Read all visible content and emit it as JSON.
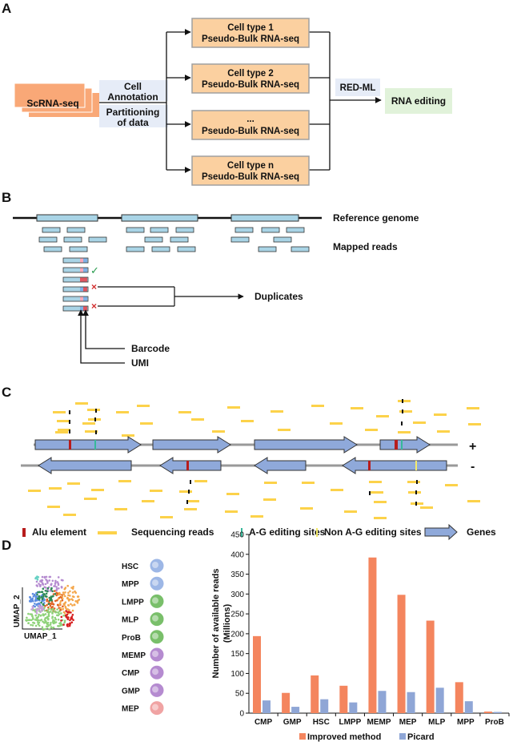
{
  "panels": {
    "a": "A",
    "b": "B",
    "c": "C",
    "d": "D"
  },
  "panel_a": {
    "input": "ScRNA-seq",
    "annotation_1": "Cell",
    "annotation_2": "Annotation",
    "partition_1": "Partitioning",
    "partition_2": "of data",
    "bulk_boxes": [
      {
        "line1": "Cell type 1",
        "line2": "Pseudo-Bulk RNA-seq"
      },
      {
        "line1": "Cell type 2",
        "line2": "Pseudo-Bulk RNA-seq"
      },
      {
        "line1": "...",
        "line2": "Pseudo-Bulk RNA-seq"
      },
      {
        "line1": "Cell type n",
        "line2": "Pseudo-Bulk RNA-seq"
      }
    ],
    "model": "RED-ML",
    "output": "RNA editing"
  },
  "panel_b": {
    "reference": "Reference genome",
    "mapped": "Mapped reads",
    "duplicates": "Duplicates",
    "barcode": "Barcode",
    "umi": "UMI",
    "check": "✓",
    "cross": "×"
  },
  "panel_c": {
    "plus": "+",
    "minus": "-",
    "legend": [
      "Alu element",
      "Sequencing reads",
      "A-G editing sites",
      "Non A-G editing sites",
      "Genes"
    ]
  },
  "panel_d": {
    "umap_x": "UMAP_1",
    "umap_y": "UMAP_2",
    "cell_types": [
      {
        "name": "HSC",
        "color": "#9db7e6"
      },
      {
        "name": "MPP",
        "color": "#9db7e6"
      },
      {
        "name": "LMPP",
        "color": "#79bf6a"
      },
      {
        "name": "MLP",
        "color": "#79bf6a"
      },
      {
        "name": "ProB",
        "color": "#79bf6a"
      },
      {
        "name": "MEMP",
        "color": "#b58bd0"
      },
      {
        "name": "CMP",
        "color": "#b58bd0"
      },
      {
        "name": "GMP",
        "color": "#b58bd0"
      },
      {
        "name": "MEP",
        "color": "#f0a3a3"
      }
    ]
  },
  "chart_data": {
    "type": "bar",
    "categories": [
      "CMP",
      "GMP",
      "HSC",
      "LMPP",
      "MEMP",
      "MEP",
      "MLP",
      "MPP",
      "ProB"
    ],
    "series": [
      {
        "name": "Improved method",
        "color": "#f4855e",
        "values": [
          194,
          51,
          95,
          69,
          392,
          298,
          233,
          78,
          4
        ]
      },
      {
        "name": "Picard",
        "color": "#8fa6d6",
        "values": [
          32,
          16,
          35,
          27,
          56,
          53,
          64,
          30,
          3
        ]
      }
    ],
    "ylabel_1": "Number of available reads",
    "ylabel_2": "(Millions)",
    "ylim": [
      0,
      450
    ],
    "yticks": [
      0,
      50,
      100,
      150,
      200,
      250,
      300,
      350,
      400,
      450
    ],
    "legend_position": "bottom"
  },
  "colors": {
    "orange_box": "#fbd0a0",
    "orange_border": "#a0a0a0",
    "input_orange": "#f9a877",
    "blue_box": "#e6ecf7",
    "green_box": "#e1f2da",
    "read_blue": "#a9d4e6",
    "gene_blue": "#8fa9da",
    "read_yellow": "#fcd24a",
    "alu_red": "#b71c1c",
    "ag_green": "#37b89a",
    "nonag_yellow": "#f4ea6a"
  }
}
